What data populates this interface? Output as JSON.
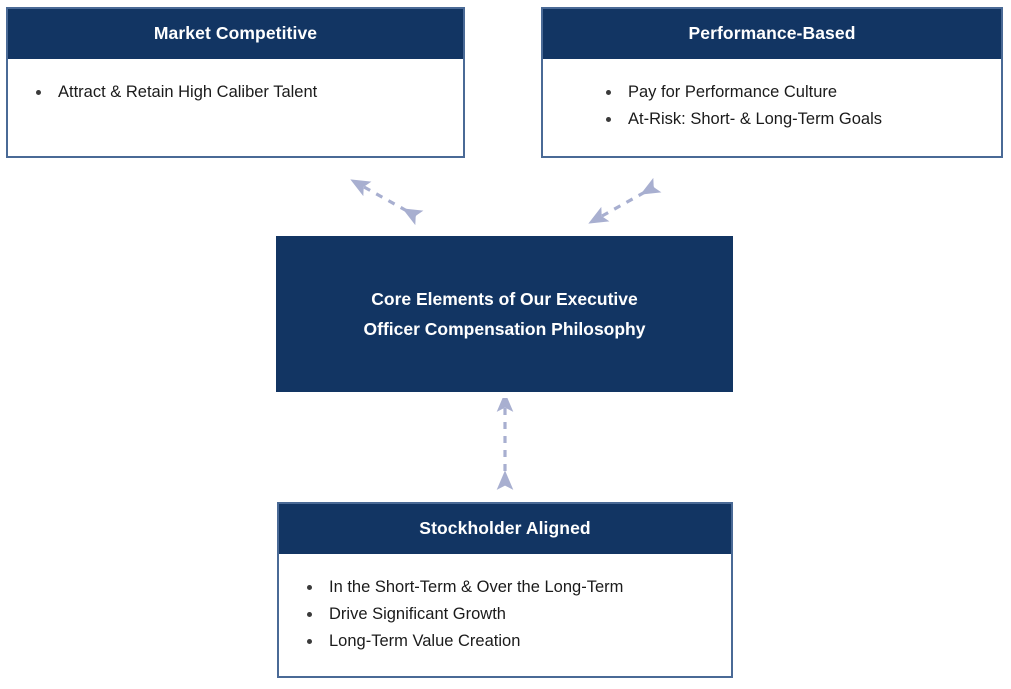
{
  "diagram": {
    "title": "Core Elements of Our Executive Officer Compensation Philosophy",
    "colors": {
      "navy": "#123563",
      "border": "#4a6a96",
      "arrow": "#a8afd0",
      "body_text": "#1b1b1b",
      "header_text": "#ffffff",
      "background": "#ffffff"
    },
    "boxes": {
      "market_competitive": {
        "header": "Market Competitive",
        "bullets": [
          "Attract & Retain High Caliber Talent"
        ]
      },
      "performance_based": {
        "header": "Performance-Based",
        "bullets": [
          "Pay for Performance Culture",
          "At-Risk: Short- & Long-Term Goals"
        ]
      },
      "core": {
        "line1": "Core Elements of Our Executive",
        "line2": "Officer Compensation Philosophy"
      },
      "stockholder_aligned": {
        "header": "Stockholder Aligned",
        "bullets": [
          "In the Short-Term & Over the Long-Term",
          "Drive Significant Growth",
          "Long-Term Value Creation"
        ]
      }
    },
    "connectors": [
      {
        "name": "core-to-market-competitive",
        "style": "dashed",
        "heads": "double",
        "direction": "diagonal-up-left"
      },
      {
        "name": "core-to-performance-based",
        "style": "dashed",
        "heads": "double",
        "direction": "diagonal-up-right"
      },
      {
        "name": "core-to-stockholder-aligned",
        "style": "dashed",
        "heads": "double",
        "direction": "vertical"
      }
    ]
  }
}
